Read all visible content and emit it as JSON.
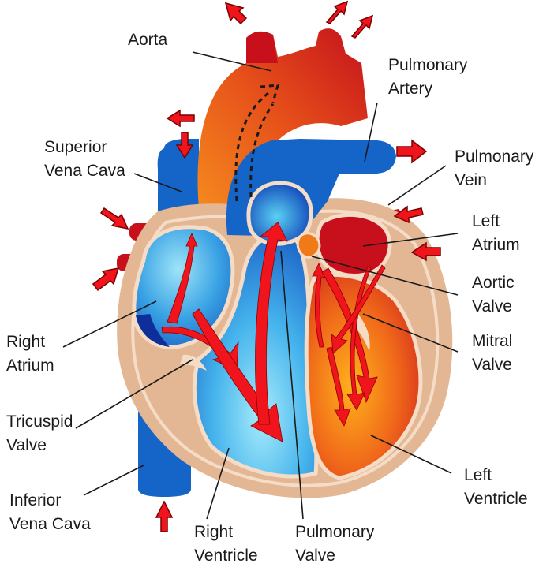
{
  "labels": {
    "aorta": [
      "Aorta"
    ],
    "pulmonary_artery": [
      "Pulmonary",
      "Artery"
    ],
    "superior_vena_cava": [
      "Superior",
      "Vena Cava"
    ],
    "pulmonary_vein": [
      "Pulmonary",
      "Vein"
    ],
    "left_atrium": [
      "Left",
      "Atrium"
    ],
    "aortic_valve": [
      "Aortic",
      "Valve"
    ],
    "right_atrium": [
      "Right",
      "Atrium"
    ],
    "mitral_valve": [
      "Mitral",
      "Valve"
    ],
    "tricuspid_valve": [
      "Tricuspid",
      "Valve"
    ],
    "inferior_vena_cava": [
      "Inferior",
      "Vena Cava"
    ],
    "left_ventricle": [
      "Left",
      "Ventricle"
    ],
    "right_ventricle": [
      "Right",
      "Ventricle"
    ],
    "pulmonary_valve": [
      "Pulmonary",
      "Valve"
    ]
  },
  "colors": {
    "deoxygenated_blue": "#1565c8",
    "light_blue": "#5cc6f0",
    "oxygenated_red": "#c8101c",
    "orange": "#f07a18",
    "pericardium": "#e3b794",
    "flow_arrow": "#f0141c"
  }
}
